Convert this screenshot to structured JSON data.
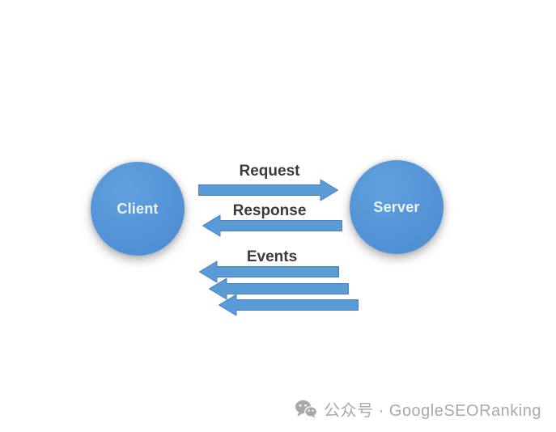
{
  "theme": {
    "background": "#ffffff",
    "node-fill": "#4f8fd4",
    "node-fill-light": "#61a1de",
    "node-text": "#eaf4fc",
    "arrow-fill": "#5b9bd5",
    "arrow-border": "#4a81c2",
    "label-color": "#3b3b3b",
    "watermark-color": "#a9a9a9"
  },
  "diagram": {
    "client": {
      "label": "Client"
    },
    "server": {
      "label": "Server"
    },
    "request": {
      "label": "Request",
      "direction": "right",
      "from": "Client",
      "to": "Server"
    },
    "response": {
      "label": "Response",
      "direction": "left",
      "from": "Server",
      "to": "Client"
    },
    "events": {
      "label": "Events",
      "direction": "left",
      "from": "Server",
      "to": "Client",
      "arrow_count": 3
    }
  },
  "watermark": {
    "icon": "wechat-icon",
    "text": "公众号 · GoogleSEORanking"
  }
}
